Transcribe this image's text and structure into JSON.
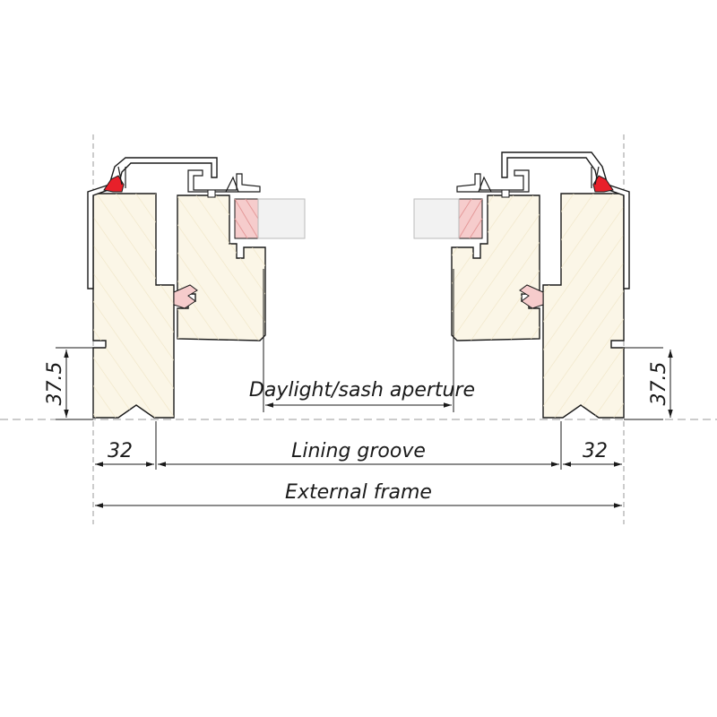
{
  "labels": {
    "daylight": "Daylight/sash aperture",
    "lining_groove": "Lining groove",
    "external_frame": "External frame"
  },
  "dimensions": {
    "left_height": "37.5",
    "right_height": "37.5",
    "left_width": "32",
    "right_width": "32"
  },
  "colors": {
    "line": "#1a1a1a",
    "wood": "#fbf6e7",
    "grain": "#efe4c4",
    "seal": "#e8202a",
    "glazing": "#f6cccc",
    "glass": "#f2f2f2"
  }
}
